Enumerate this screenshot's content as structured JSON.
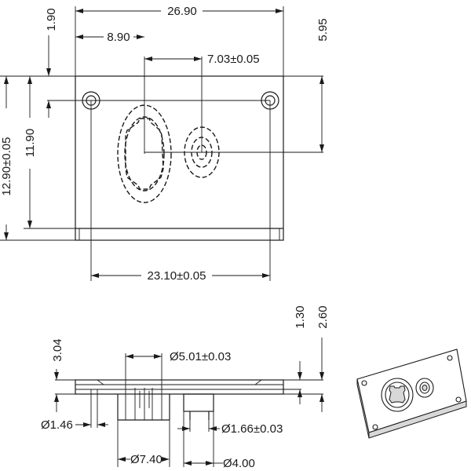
{
  "dimensions": {
    "width_overall": "26.90",
    "hole_offset": "8.90",
    "hole_spacing": "7.03±0.05",
    "edge_to_hole": "1.90",
    "right_height": "5.95",
    "total_height": "12.90±0.05",
    "inner_height": "11.90",
    "mount_spacing": "23.10±0.05",
    "diameter_5": "Ø5.01±0.03",
    "thickness_left": "3.04",
    "thickness_1": "1.30",
    "thickness_2": "2.60",
    "diameter_146": "Ø1.46",
    "diameter_166": "Ø1.66±0.03",
    "diameter_74": "Ø7.40",
    "diameter_4": "Ø4.00"
  }
}
